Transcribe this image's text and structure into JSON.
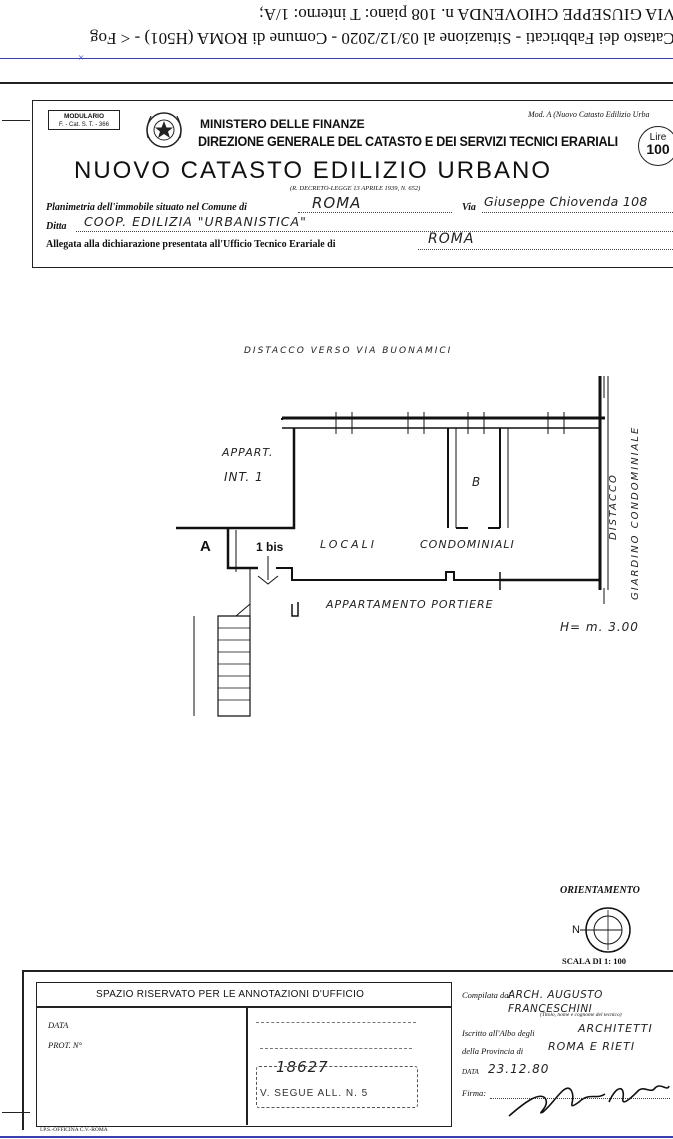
{
  "top_strip": {
    "line1": "Catasto dei Fabbricati - Situazione al 03/12/2020 - Comune di ROMA (H501) - < Fog",
    "line2": "VIA GIUSEPPE CHIOVENDA n. 108 piano: T interno: 1/A;"
  },
  "header": {
    "modulario": "MODULARIO",
    "modulario_code": "F. - Cat. S. T. - 366",
    "ministry": "MINISTERO DELLE FINANZE",
    "direction": "DIREZIONE GENERALE DEL CATASTO E DEI SERVIZI TECNICI ERARIALI",
    "title": "NUOVO CATASTO EDILIZIO URBANO",
    "decree": "(R. DECRETO-LEGGE 13 APRILE 1939, N. 652)",
    "mod": "Mod. A (Nuovo Catasto Edilizio Urba",
    "lire_label": "Lire",
    "lire_value": "100"
  },
  "form": {
    "planimetria_label": "Planimetria dell'immobile situato nel Comune di",
    "comune_value": "ROMA",
    "via_label": "Via",
    "via_value": "Giuseppe Chiovenda 108",
    "ditta_label": "Ditta",
    "ditta_value": "COOP. EDILIZIA \"URBANISTICA\"",
    "allegata_label": "Allegata alla dichiarazione presentata all'Ufficio Tecnico Erariale di",
    "ufficio_value": "ROMA"
  },
  "plan": {
    "distacco_top": "DISTACCO VERSO VIA BUONAMICI",
    "appart_int": "APPART.",
    "int_1": "INT. 1",
    "room_b": "B",
    "label_a": "A",
    "label_1bis": "1 bis",
    "locali": "LOCALI",
    "condominiali": "CONDOMINIALI",
    "appartamento_portiere": "APPARTAMENTO PORTIERE",
    "height": "H= m. 3.00",
    "distacco_side": "DISTACCO",
    "giardino_side": "GIARDINO CONDOMINIALE"
  },
  "orientation": {
    "label": "ORIENTAMENTO",
    "north": "N",
    "scale": "SCALA DI 1: 100"
  },
  "footer": {
    "reserved": "SPAZIO RISERVATO PER LE ANNOTAZIONI D'UFFICIO",
    "data_label": "DATA",
    "prot_label": "PROT. N°",
    "stamp_number": "18627",
    "stamp_line": "V. SEGUE ALL. N. 5",
    "compilata_label": "Compilata dal",
    "compilata_value": "ARCH. AUGUSTO FRANCESCHINI",
    "titolo_hint": "(Titolo, nome e cognome del tecnico)",
    "iscritto_label": "Iscritto all'Albo degli",
    "iscritto_value": "ARCHITETTI",
    "provincia_label": "della Provincia di",
    "provincia_value": "ROMA E RIETI",
    "data_footer_label": "DATA",
    "data_footer_value": "23.12.80",
    "firma_label": "Firma:",
    "printer": "I.P.S.-OFFICINA C.V.-ROMA"
  }
}
